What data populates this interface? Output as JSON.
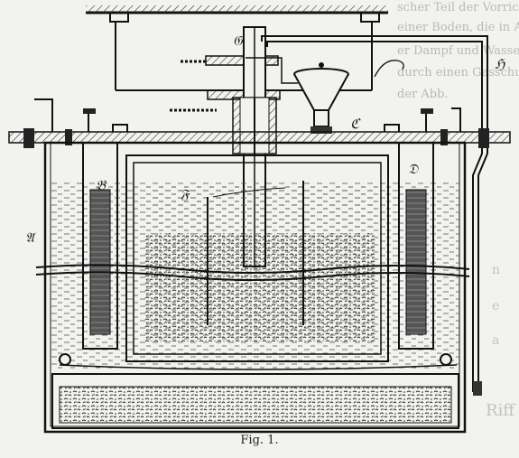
{
  "figure": {
    "caption": "Fig. 1.",
    "labels": {
      "a": "𝔄",
      "b": "𝔅",
      "c": "ℭ",
      "d": "𝔇",
      "f": "𝔉",
      "g": "𝔊",
      "h": "ℌ"
    }
  },
  "bleed_text": {
    "line1": "scher Teil der Vorrichtung und e",
    "line2": "einer Boden, die in Abstand genommen",
    "line3": "er Dampf und Wasser abgeführt",
    "line4": "durch einen Gasschutz, so",
    "line5": "der Abb.",
    "frag1": "n",
    "frag2": "e",
    "frag3": "a",
    "frag4": "Riff"
  }
}
